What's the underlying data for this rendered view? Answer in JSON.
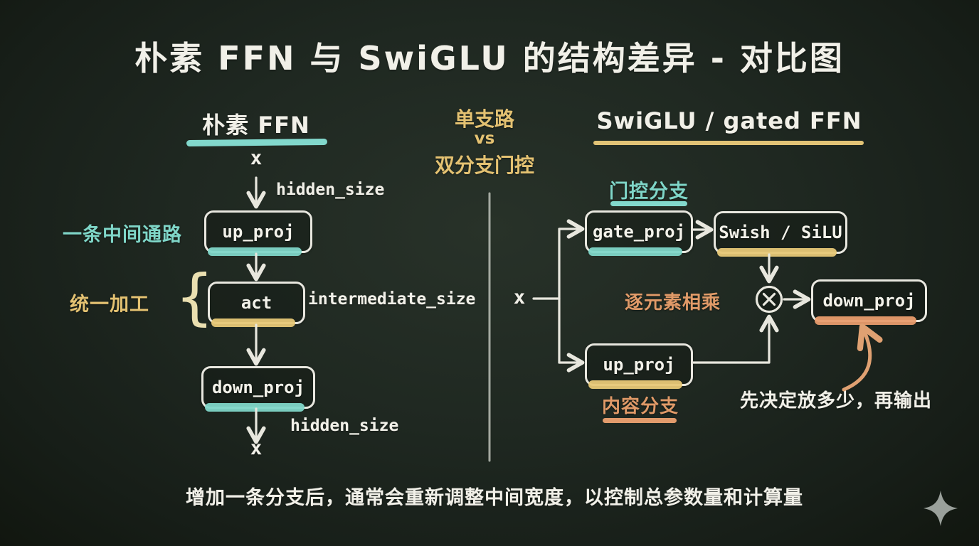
{
  "title": "朴素 FFN 与 SwiGLU 的结构差异 - 对比图",
  "divider_note": {
    "line1": "单支路",
    "line2": "vs",
    "line3": "双分支门控"
  },
  "plain_ffn": {
    "header": "朴素 FFN",
    "input": "x",
    "input_dim": "hidden_size",
    "middle_path_label": "一条中间通路",
    "unified_label": "统一加工",
    "brace": "{",
    "up_proj": "up_proj",
    "act": "act",
    "act_dim": "intermediate_size",
    "down_proj": "down_proj",
    "output_dim": "hidden_size",
    "output": "x"
  },
  "swiglu": {
    "header": "SwiGLU / gated FFN",
    "gate_branch_label": "门控分支",
    "content_branch_label": "内容分支",
    "input": "x",
    "gate_proj": "gate_proj",
    "swish": "Swish / SiLU",
    "up_proj": "up_proj",
    "down_proj": "down_proj",
    "multiply_label": "逐元素相乘",
    "note": "先决定放多少，再输出"
  },
  "footer": "增加一条分支后，通常会重新调整中间宽度，以控制总参数量和计算量",
  "icons": {
    "multiply-circle-icon": "⊗",
    "sparkle-icon": "✦"
  },
  "colors": {
    "background": "#1e2721",
    "chalk": "#f1f0e8",
    "teal": "#7fd6c8",
    "yellow": "#e4c272",
    "orange": "#e09a68",
    "cream_brace": "#eadfb0",
    "divider": "#c6c9c1",
    "sparkle": "#9aa09b"
  }
}
